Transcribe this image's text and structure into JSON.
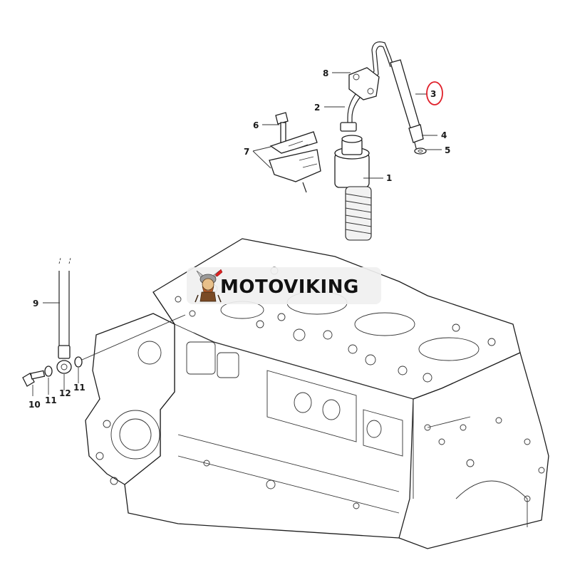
{
  "callouts": {
    "c1": "1",
    "c2": "2",
    "c3": "3",
    "c4": "4",
    "c5": "5",
    "c6": "6",
    "c7": "7",
    "c8": "8",
    "c9": "9",
    "c10": "10",
    "c11a": "11",
    "c12": "12",
    "c11b": "11"
  },
  "watermark": {
    "text": "MOTOVIKING"
  },
  "colors": {
    "highlight": "#e0202a",
    "line": "#222222",
    "watermark_bg": "#f0f0f0"
  }
}
